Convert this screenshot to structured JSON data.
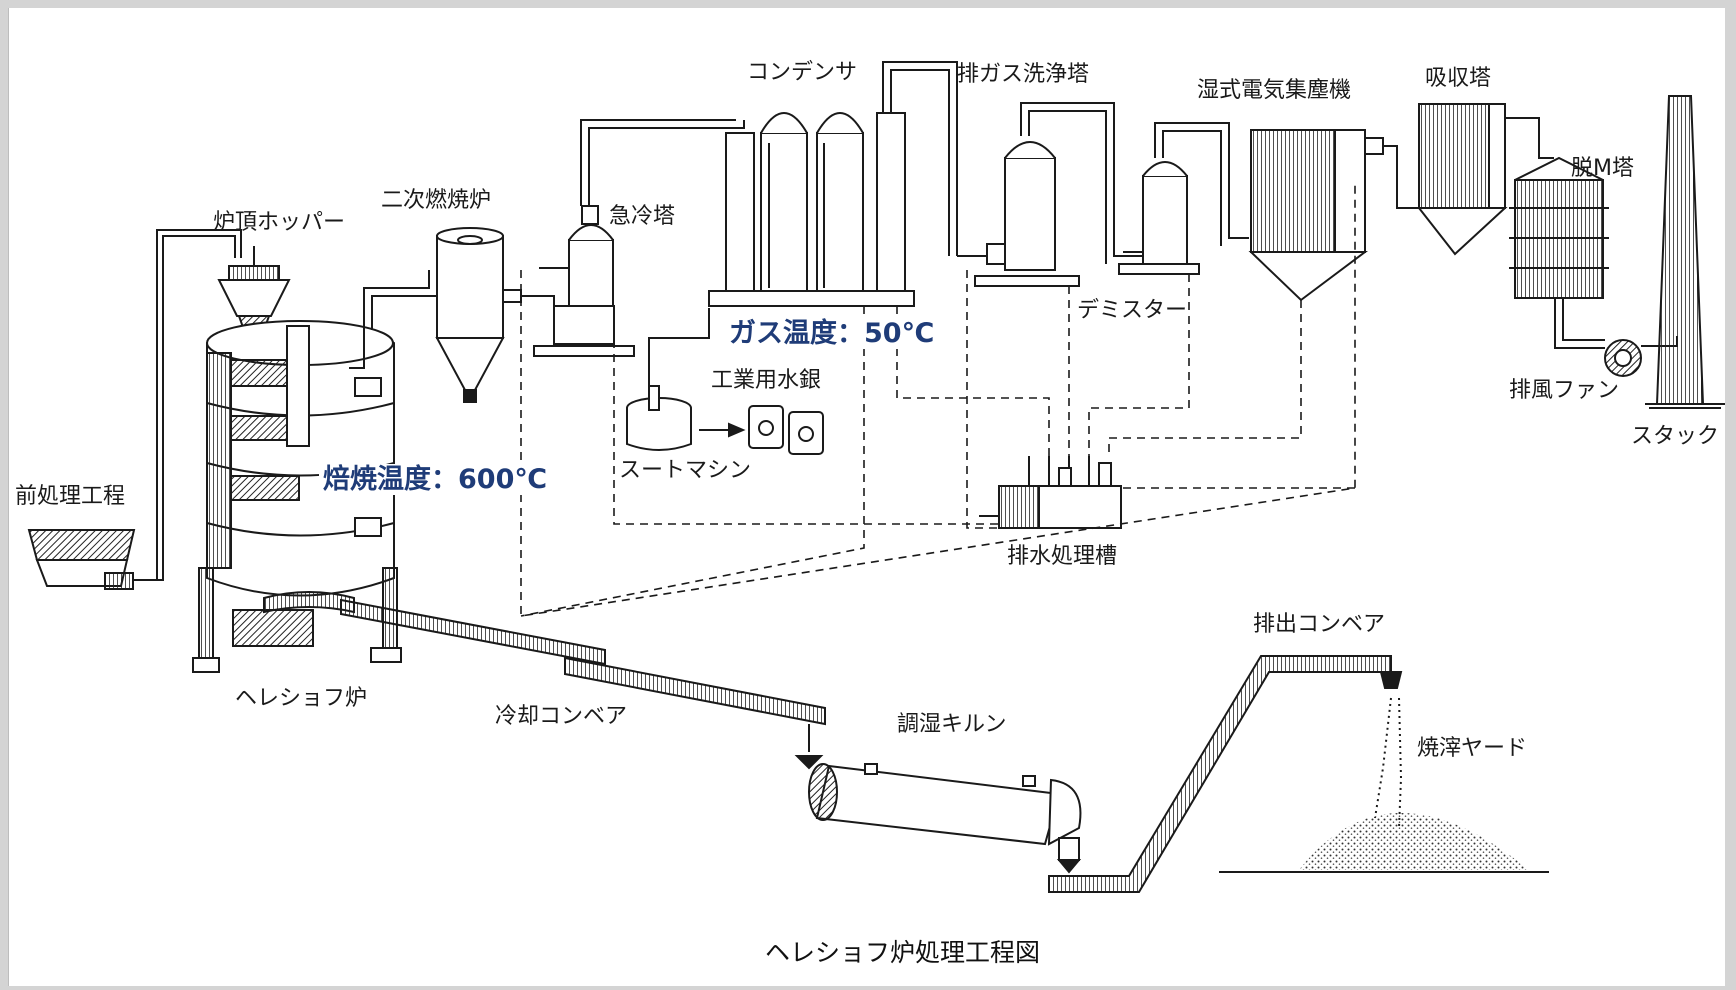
{
  "labels": {
    "pretreatment": "前処理工程",
    "top_hopper": "炉頂ホッパー",
    "secondary_combustor": "二次燃焼炉",
    "quench_tower": "急冷塔",
    "condenser": "コンデンサ",
    "gas_scrubber": "排ガス洗浄塔",
    "wet_esp": "湿式電気集塵機",
    "absorber": "吸収塔",
    "de_m_tower": "脱M塔",
    "demister": "デミスター",
    "exhaust_fan": "排風ファン",
    "stack": "スタック",
    "industrial_mercury": "工業用水銀",
    "soot_machine": "スートマシン",
    "wastewater_tank": "排水処理槽",
    "furnace": "ヘレショフ炉",
    "cooling_conveyor": "冷却コンベア",
    "humidifying_kiln": "調湿キルン",
    "discharge_conveyor": "排出コンベア",
    "ash_yard": "焼滓ヤード"
  },
  "highlights": {
    "roast_temp": "焙焼温度：600℃",
    "gas_temp": "ガス温度：50℃"
  },
  "caption": "ヘレショフ炉処理工程図",
  "colors": {
    "highlight_text": "#1f3c78",
    "line": "#1a1a1a"
  }
}
